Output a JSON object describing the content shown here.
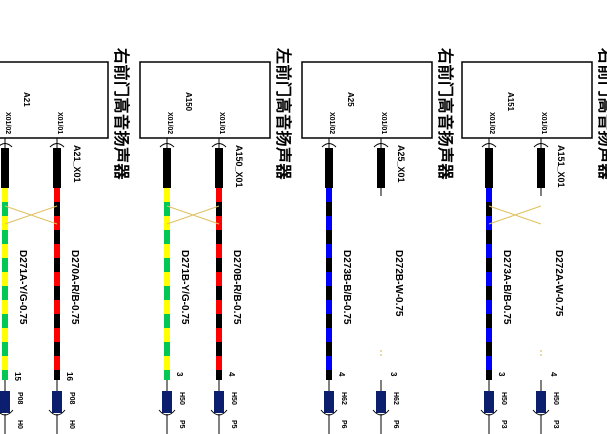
{
  "colors": {
    "line": "#000000",
    "red": "#ff0000",
    "yellow": "#ffff00",
    "green": "#00c853",
    "blue": "#0000ff",
    "navy": "#0b1f6e",
    "connector": "#000000",
    "twist": "#e0c060"
  },
  "panels": [
    {
      "title": "右前门高音扬声器",
      "component": "A21",
      "pins": [
        "X01/02",
        "X01/01"
      ],
      "connector_label": "A21_X01",
      "wires": [
        {
          "label": "D271A-Y/G-0.75",
          "colors": [
            "yellow",
            "green"
          ],
          "pin_end": "15",
          "terminal": "P08",
          "terminal_tail": "H0"
        },
        {
          "label": "D270A-R/B-0.75",
          "colors": [
            "red",
            "black"
          ],
          "pin_end": "16",
          "terminal": "P08",
          "terminal_tail": "H0"
        }
      ],
      "twisted": true
    },
    {
      "title": "左前门高音扬声器",
      "component": "A150",
      "pins": [
        "X01/02",
        "X01/01"
      ],
      "connector_label": "A150_X01",
      "wires": [
        {
          "label": "D271B-Y/G-0.75",
          "colors": [
            "yellow",
            "green"
          ],
          "pin_end": "3",
          "terminal": "H50",
          "terminal_tail": "P5"
        },
        {
          "label": "D270B-R/B-0.75",
          "colors": [
            "red",
            "black"
          ],
          "pin_end": "4",
          "terminal": "H50",
          "terminal_tail": "P5"
        }
      ],
      "twisted": true
    },
    {
      "title": "右前门高音扬声器",
      "component": "A25",
      "pins": [
        "X01/02",
        "X01/01"
      ],
      "connector_label": "A25_X01",
      "wires": [
        {
          "label": "D273B-B/B-0.75",
          "colors": [
            "blue",
            "black"
          ],
          "pin_end": "4",
          "terminal": "H62",
          "terminal_tail": "P6"
        },
        {
          "label": "D272B-W-0.75",
          "colors": [
            "white"
          ],
          "pin_end": "3",
          "terminal": "H62",
          "terminal_tail": "P6"
        }
      ],
      "twisted": false
    },
    {
      "title": "右前门高音扬声器",
      "component": "A151",
      "pins": [
        "X01/02",
        "X01/01"
      ],
      "connector_label": "A151_X01",
      "wires": [
        {
          "label": "D273A-B/B-0.75",
          "colors": [
            "blue",
            "black"
          ],
          "pin_end": "3",
          "terminal": "H50",
          "terminal_tail": "P3"
        },
        {
          "label": "D272A-W-0.75",
          "colors": [
            "white"
          ],
          "pin_end": "4",
          "terminal": "H50",
          "terminal_tail": "P3"
        }
      ],
      "twisted": true
    }
  ]
}
